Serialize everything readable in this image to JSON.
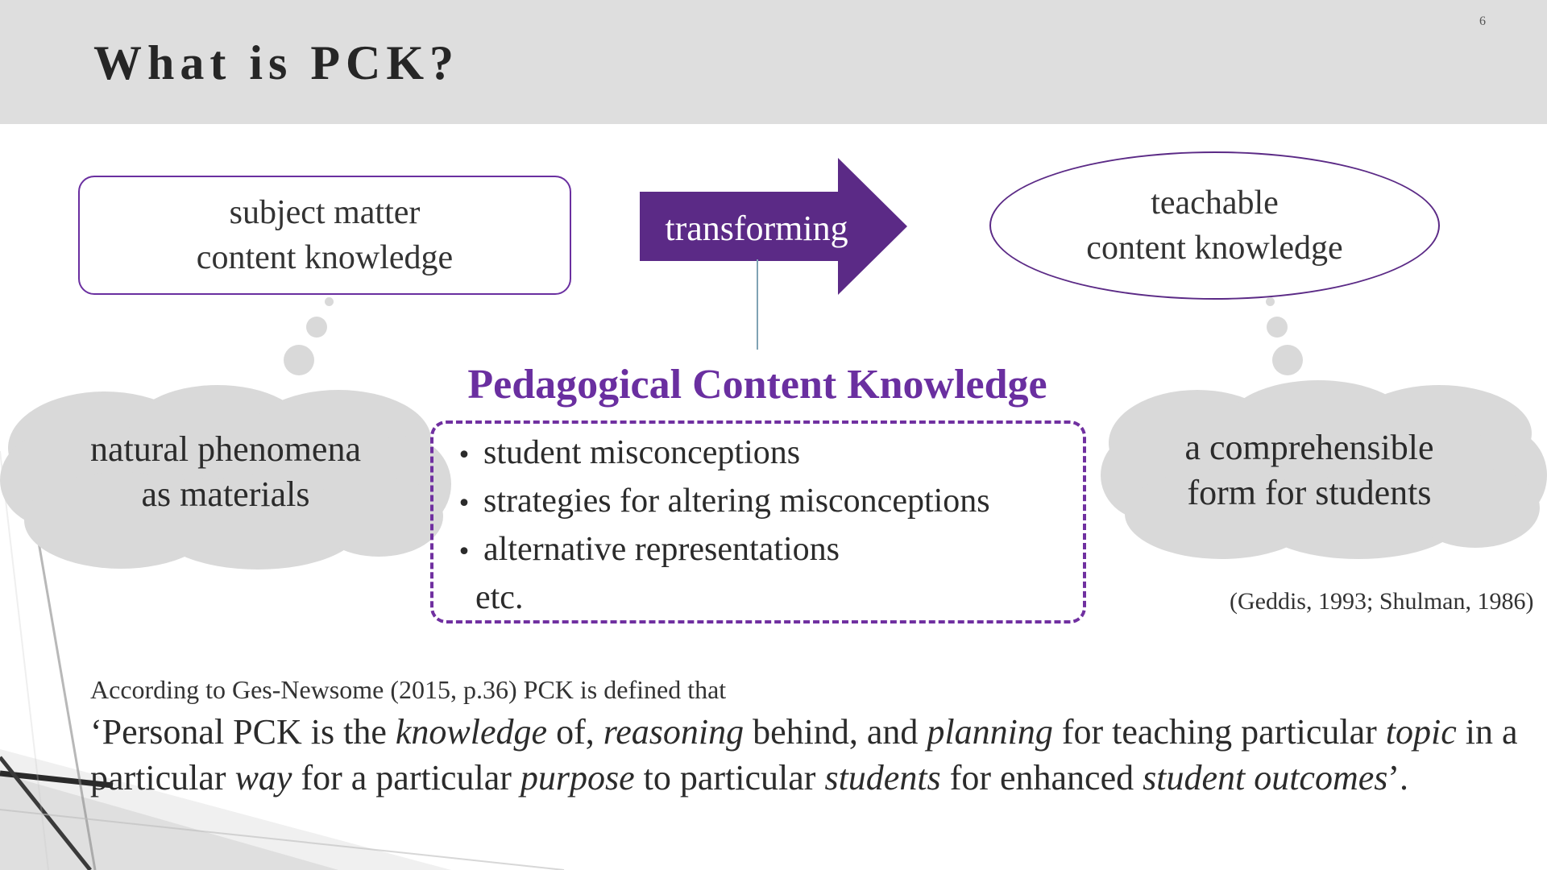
{
  "slide": {
    "title": "What is PCK?",
    "page_number": "6"
  },
  "colors": {
    "header_bg": "#dedede",
    "accent_purple": "#6a2fa0",
    "arrow_fill": "#5b2a86",
    "cloud_fill": "#d9d9d9"
  },
  "diagram": {
    "left_box": "subject matter\ncontent knowledge",
    "arrow_label": "transforming",
    "right_ellipse": "teachable\ncontent knowledge",
    "left_cloud": "natural phenomena\nas materials",
    "right_cloud": "a comprehensible\nform for students",
    "pck_title": "Pedagogical Content Knowledge",
    "pck_items": [
      "student misconceptions",
      "strategies for altering misconceptions",
      "alternative representations"
    ],
    "pck_etc": "etc.",
    "citation": "(Geddis, 1993; Shulman, 1986)"
  },
  "definition": {
    "intro": "According to Ges-Newsome (2015, p.36) PCK  is defined that",
    "quote_parts": [
      {
        "text": "‘Personal PCK is the ",
        "italic": false
      },
      {
        "text": "knowledge",
        "italic": true
      },
      {
        "text": " of, ",
        "italic": false
      },
      {
        "text": "reasoning",
        "italic": true
      },
      {
        "text": " behind, and ",
        "italic": false
      },
      {
        "text": "planning",
        "italic": true
      },
      {
        "text": " for teaching particular ",
        "italic": false
      },
      {
        "text": "topic",
        "italic": true
      },
      {
        "text": " in a particular ",
        "italic": false
      },
      {
        "text": "way",
        "italic": true
      },
      {
        "text": " for a particular ",
        "italic": false
      },
      {
        "text": "purpose",
        "italic": true
      },
      {
        "text": " to particular ",
        "italic": false
      },
      {
        "text": "students",
        "italic": true
      },
      {
        "text": " for enhanced ",
        "italic": false
      },
      {
        "text": "student outcomes",
        "italic": true
      },
      {
        "text": "’.",
        "italic": false
      }
    ]
  }
}
